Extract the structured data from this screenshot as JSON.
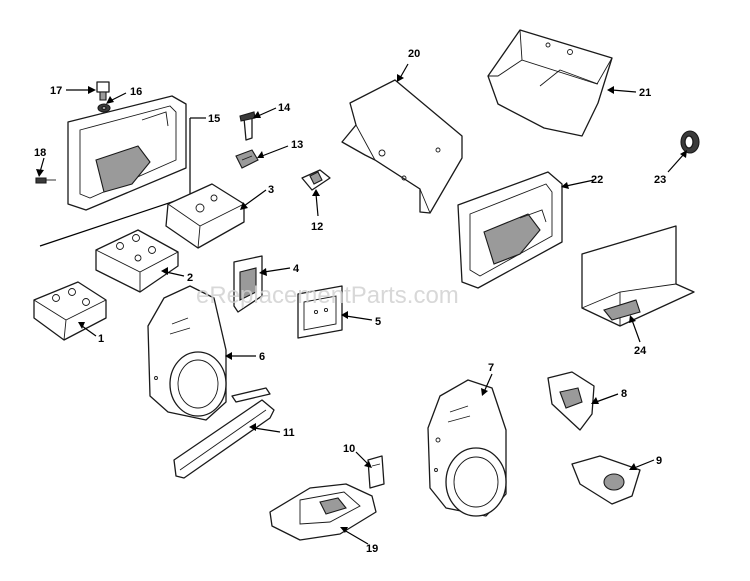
{
  "diagram": {
    "watermark": "eReplacementParts.com",
    "callouts": [
      "1",
      "2",
      "3",
      "4",
      "5",
      "6",
      "7",
      "8",
      "9",
      "10",
      "11",
      "12",
      "13",
      "14",
      "15",
      "16",
      "17",
      "18",
      "19",
      "20",
      "21",
      "22",
      "23",
      "24"
    ]
  }
}
